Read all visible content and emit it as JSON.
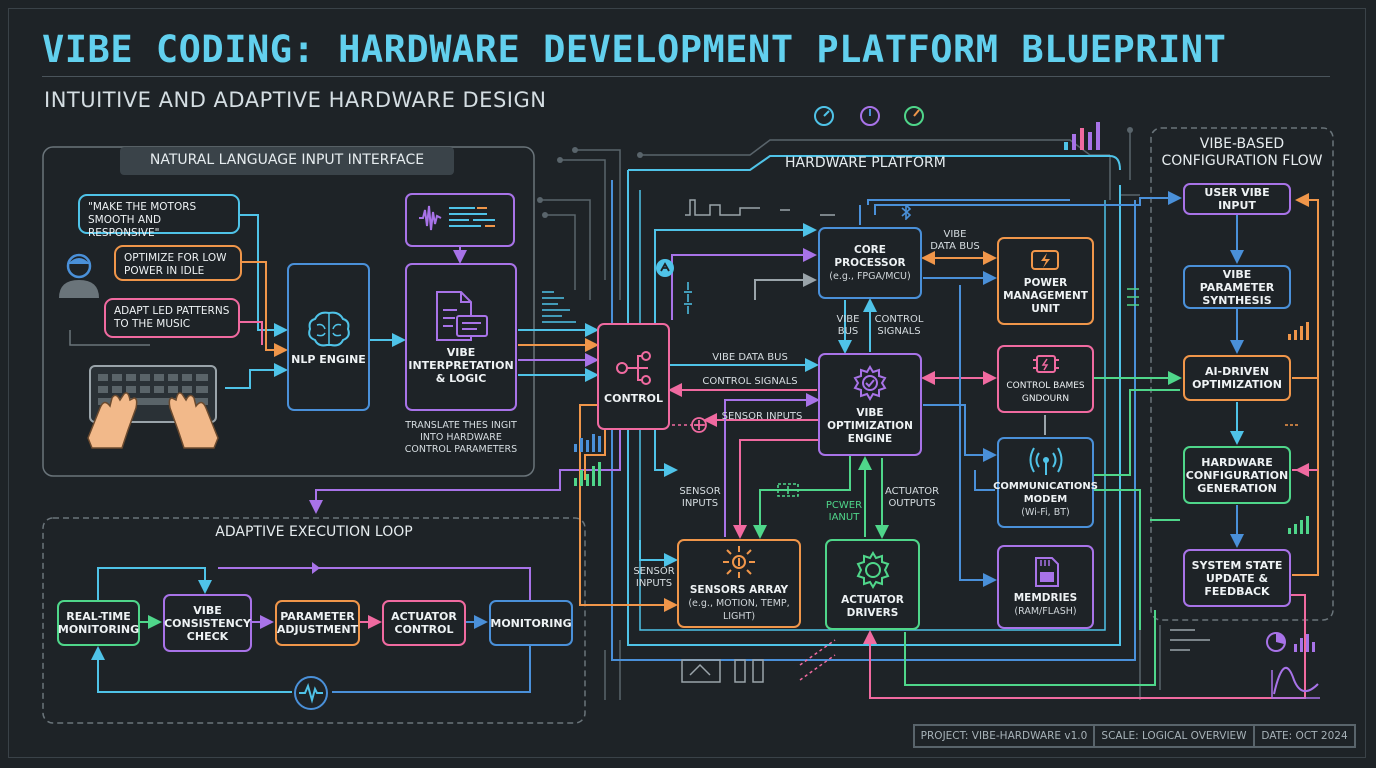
{
  "header": {
    "title": "VIBE CODING: HARDWARE DEVELOPMENT PLATFORM BLUEPRINT",
    "subtitle": "INTUITIVE AND ADAPTIVE HARDWARE DESIGN"
  },
  "nl_panel": {
    "title": "NATURAL LANGUAGE INPUT INTERFACE",
    "bubbles": [
      "\"MAKE THE MOTORS\nSMOOTH AND RESPONSIVE\"",
      "OPTIMIZE FOR LOW\nPOWER IN IDLE",
      "ADAPT LED PATTERNS\nTO THE MUSIC"
    ],
    "nlp_engine": "NLP ENGINE",
    "vibe_logic": "VIBE\nINTERPRETATION\n& LOGIC",
    "translate_note": "TRANSLATE THES INGIT\nINTO HARDWARE\nCONTROL PARAMETERS"
  },
  "hardware": {
    "title": "HARDWARE PLATFORM",
    "control": "CONTROL",
    "core_processor": "CORE\nPROCESSOR",
    "core_processor_sub": "(e.g., FPGA/MCU)",
    "power_unit": "POWER\nMANAGEMENT\nUNIT",
    "vibe_engine": "VIBE\nOPTIMIZATION\nENGINE",
    "control_games": "CONTROL BAMES\nGNDOURN",
    "comms": "COMMUNICATIONS\nMODEM",
    "comms_sub": "(Wi-Fi, BT)",
    "memories": "MEMDRIES",
    "memories_sub": "(RAM/FLASH)",
    "sensors": "SENSORS ARRAY",
    "sensors_sub": "(e.g., MOTION, TEMP, LIGHT)",
    "actuators": "ACTUATOR\nDRIVERS",
    "labels": {
      "vibe_data_bus_top": "VIBE\nDATA BUS",
      "vibe_bus": "VIBE\nBUS",
      "control_signals_v": "CONTROL\nSIGNALS",
      "vibe_data_bus": "VIBE DATA BUS",
      "control_signals": "CONTROL SIGNALS",
      "sensor_inputs_top": "SENSOR INPUTS",
      "sensor_inputs_mid": "SENSOR\nINPUTS",
      "sensor_inputs_low": "SENSOR\nINPUTS",
      "power_input": "PCWER\nIANUT",
      "actuator_outputs": "ACTUATOR\nOUTPUTS"
    }
  },
  "config_flow": {
    "title": "VIBE-BASED\nCONFIGURATION FLOW",
    "steps": [
      "USER VIBE INPUT",
      "VIBE PARAMETER\nSYNTHESIS",
      "AI-DRIVEN\nOPTIMIZATION",
      "HARDWARE\nCONFIGURATION\nGENERATION",
      "SYSTEM STATE\nUPDATE &\nFEEDBACK"
    ]
  },
  "loop": {
    "title": "ADAPTIVE EXECUTION LOOP",
    "steps": [
      "REAL-TIME\nMONITORING",
      "VIBE\nCONSISTENCY\nCHECK",
      "PARAMETER\nADJUSTMENT",
      "ACTUATOR\nCONTROL",
      "MONITORING"
    ]
  },
  "footer": {
    "project": "PROJECT: VIBE-HARDWARE v1.0",
    "scale": "SCALE: LOGICAL OVERVIEW",
    "date": "DATE: OCT 2024"
  },
  "colors": {
    "cyan": "#4fc3e8",
    "blue": "#4a90d9",
    "purple": "#a873e8",
    "orange": "#f0964a",
    "pink": "#f06aa0",
    "green": "#4fd68a",
    "teal": "#3fc9b4",
    "title": "#62d0ee"
  }
}
